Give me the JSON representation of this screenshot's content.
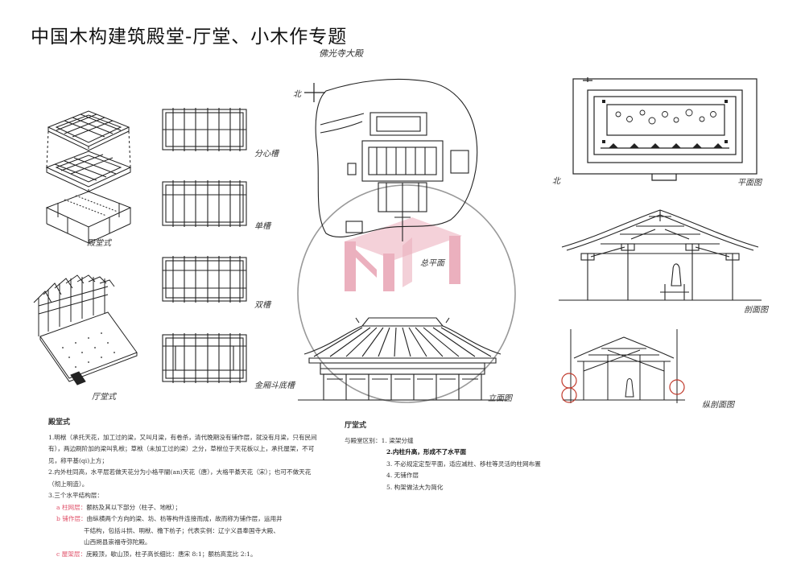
{
  "title": "中国木构建筑殿堂-厅堂、小木作专题",
  "labels": {
    "temple_name": "佛光寺大殿",
    "exploded": "殿堂式",
    "grid_1": "分心槽",
    "grid_2": "单槽",
    "grid_3": "双槽",
    "grid_4": "金厢斗底槽",
    "hall_type": "厅堂式",
    "site_plan": "总平面",
    "floor_plan": "平面图",
    "section": "剖面图",
    "elevation": "立面图",
    "long_section": "纵剖面图",
    "north": "北"
  },
  "left_notes": {
    "heading": "殿堂式",
    "p1": "1.明栿（承托天花，加工过的梁，又叫月梁，有卷杀，清代晚期没有铺作层，就没有月梁，只有民间有），两边刷阶加的梁叫乳栿；草栿（未加工过的梁）之分，草栿位于天花板以上，承托屋架，不可见，称平基(qi)上方；",
    "p2": "2.内外柱同高，水平层若做天花分为小格平闇(an)天花（唐），大格平綦天花（宋）；也可不做天花（彻上明造）。",
    "p3": "3.三个水平结构层：",
    "a_label": "a 柱网层：",
    "a_text": "额枋及其以下部分（柱子、地栿）；",
    "b_label": "b 铺作层：",
    "b_text1": "由纵横两个方向的梁、坊、枋等构件连接而成，故而称为铺作层，运用井",
    "b_text2": "干结构，包括斗拱、明栿、檐下枋子；代表实例：辽宁义县奉国寺大殿、",
    "b_text3": "山西朔县崇福寺弥陀殿。",
    "c_label": "c 屋架层：",
    "c_text": "庑殿顶，歇山顶，柱子高长细比：唐宋 8:1；额枋高宽比 2:1。"
  },
  "right_notes": {
    "heading": "厅堂式",
    "intro": "与殿堂区别：",
    "items": [
      "1. 梁架分缝",
      "2.内柱升高，形成不了水平面",
      "3. 不必规定定型平面，适应减柱、移柱等灵活的柱网布置",
      "4. 无铺作层",
      "5. 构架做法大为简化"
    ]
  },
  "colors": {
    "accent_pink": "#e8a3b3",
    "text_red": "#e0526a",
    "ink": "#222222"
  }
}
